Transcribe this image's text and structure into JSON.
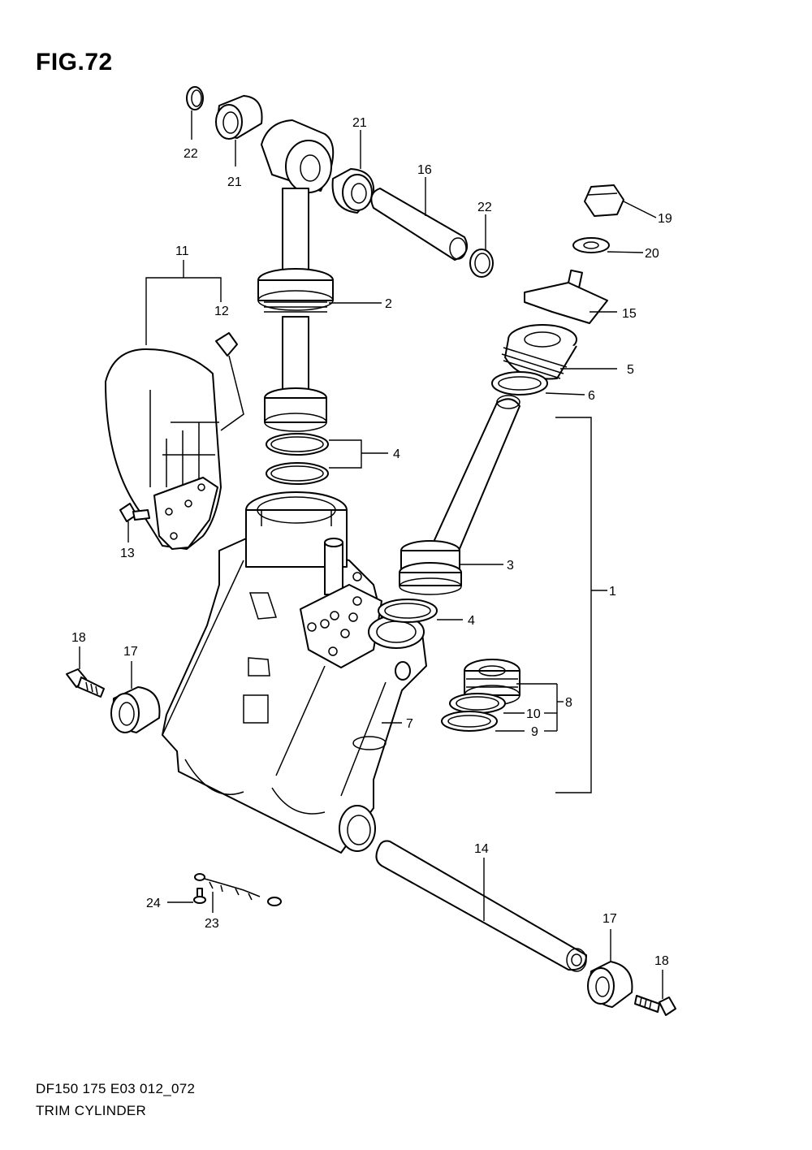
{
  "figure_title": "FIG.72",
  "footer": {
    "code": "DF150 175 E03 012_072",
    "name": "TRIM CYLINDER"
  },
  "callouts": {
    "p1": "1",
    "p2": "2",
    "p3": "3",
    "p4a": "4",
    "p4b": "4",
    "p5": "5",
    "p6": "6",
    "p7": "7",
    "p8": "8",
    "p9": "9",
    "p10": "10",
    "p11": "11",
    "p12": "12",
    "p13": "13",
    "p14": "14",
    "p15": "15",
    "p16": "16",
    "p17a": "17",
    "p17b": "17",
    "p18a": "18",
    "p18b": "18",
    "p19": "19",
    "p20": "20",
    "p21a": "21",
    "p21b": "21",
    "p22a": "22",
    "p22b": "22",
    "p23": "23",
    "p24": "24"
  }
}
